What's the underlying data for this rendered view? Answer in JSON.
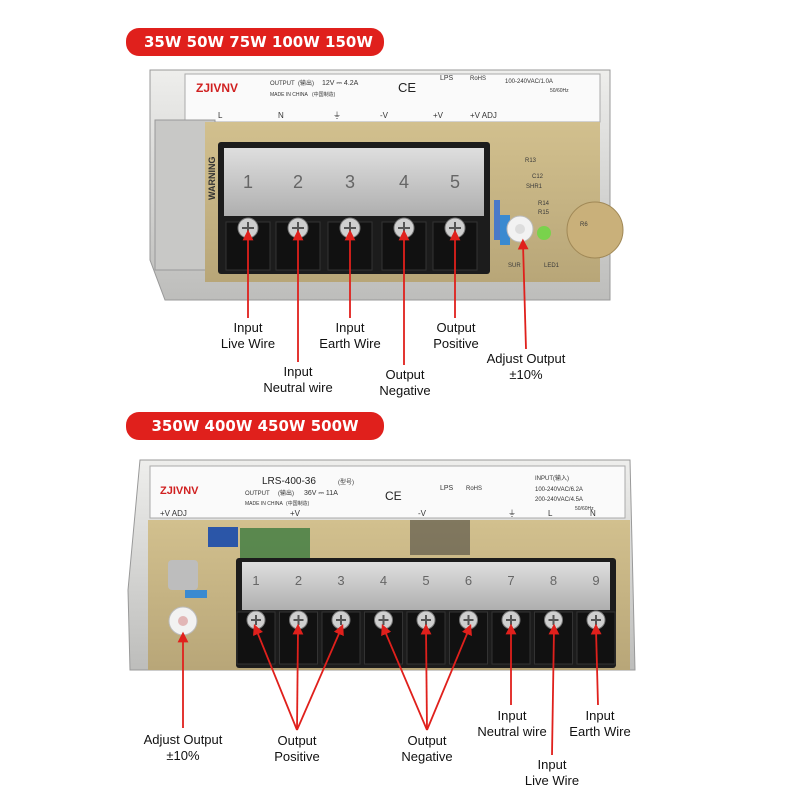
{
  "top": {
    "badge": "35W 50W 75W 100W 150W",
    "brand": "ZJIVNV",
    "output_label": "OUTPUT",
    "output_cn": "(输出)",
    "output_value": "12V ⎓ 4.2A",
    "made_in": "MADE IN CHINA",
    "made_in_cn": "(中国制造)",
    "input_spec": "100-240VAC/1.0A",
    "input_freq": "50/60Hz",
    "lps": "LPS",
    "rohs": "RoHS",
    "ce": "CE",
    "warning": "WARNING",
    "terminal_markings": [
      "L",
      "N",
      "⏚",
      "-V",
      "+V",
      "+V ADJ"
    ],
    "terminal_numbers": [
      "1",
      "2",
      "3",
      "4",
      "5"
    ],
    "board_marks": [
      "R13",
      "C12",
      "SHR1",
      "R14",
      "R15",
      "R6",
      "SUR",
      "LED1"
    ],
    "callouts": [
      {
        "line1": "Input",
        "line2": "Live Wire"
      },
      {
        "line1": "Input",
        "line2": "Neutral wire"
      },
      {
        "line1": "Input",
        "line2": "Earth Wire"
      },
      {
        "line1": "Output",
        "line2": "Negative"
      },
      {
        "line1": "Output",
        "line2": "Positive"
      },
      {
        "line1": "Adjust Output",
        "line2": "±10%"
      }
    ]
  },
  "bottom": {
    "badge": "350W 400W  450W  500W",
    "brand": "ZJIVNV",
    "model": "LRS-400-36",
    "model_cn": "(型号)",
    "output_label": "OUTPUT",
    "output_cn": "(输出)",
    "output_value": "36V ⎓ 11A",
    "made_in": "MADE IN CHINA",
    "made_in_cn": "(中国制造)",
    "input_label": "INPUT(输入)",
    "input_spec1": "100-240VAC/6.2A",
    "input_spec2": "200-240VAC/4.5A",
    "input_freq": "50/60Hz",
    "lps": "LPS",
    "rohs": "RoHS",
    "ce": "CE",
    "terminal_markings": [
      "+V ADJ",
      "+V",
      "-V",
      "⏚",
      "L",
      "N"
    ],
    "terminal_numbers": [
      "1",
      "2",
      "3",
      "4",
      "5",
      "6",
      "7",
      "8",
      "9"
    ],
    "callouts": [
      {
        "line1": "Adjust Output",
        "line2": "±10%"
      },
      {
        "line1": "Output",
        "line2": "Positive"
      },
      {
        "line1": "Output",
        "line2": "Negative"
      },
      {
        "line1": "Input",
        "line2": "Neutral wire"
      },
      {
        "line1": "Input",
        "line2": "Live Wire"
      },
      {
        "line1": "Input",
        "line2": "Earth Wire"
      }
    ]
  },
  "colors": {
    "badge": "#e0201c",
    "arrow": "#e0201c",
    "terminal_block": "#1c1c1c",
    "pcb": "#c9b889",
    "housing": "#d8d8d6"
  }
}
